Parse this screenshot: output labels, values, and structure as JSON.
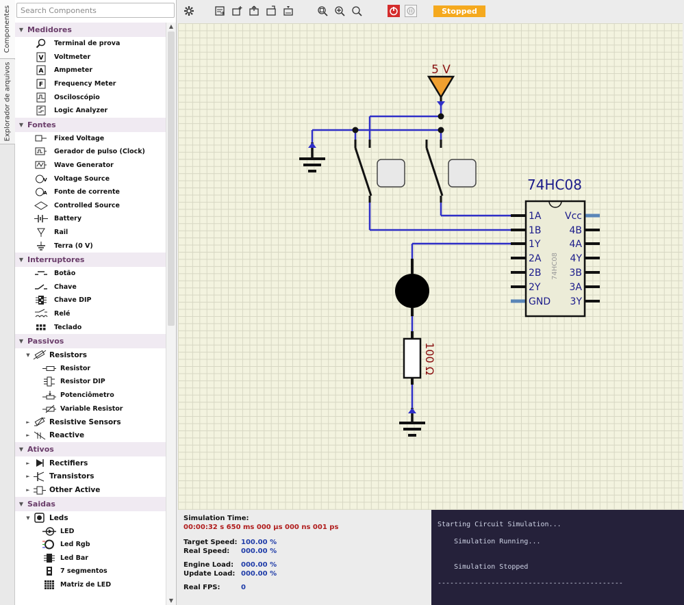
{
  "tabs": {
    "components": "Componentes",
    "files": "Explorador de arquivos"
  },
  "search": {
    "placeholder": "Search Components"
  },
  "tree": {
    "medidores": {
      "label": "Medidores",
      "items": [
        "Terminal de prova",
        "Voltmeter",
        "Ampmeter",
        "Frequency Meter",
        "Osciloscópio",
        "Logic Analyzer"
      ]
    },
    "fontes": {
      "label": "Fontes",
      "items": [
        "Fixed Voltage",
        "Gerador de pulso (Clock)",
        "Wave Generator",
        "Voltage Source",
        "Fonte de corrente",
        "Controlled Source",
        "Battery",
        "Rail",
        "Terra (0 V)"
      ]
    },
    "interruptores": {
      "label": "Interruptores",
      "items": [
        "Botão",
        "Chave",
        "Chave DIP",
        "Relé",
        "Teclado"
      ]
    },
    "passivos": {
      "label": "Passivos",
      "resistors": "Resistors",
      "resistor_items": [
        "Resistor",
        "Resistor DIP",
        "Potenciômetro",
        "Variable Resistor"
      ],
      "resistive_sensors": "Resistive Sensors",
      "reactive": "Reactive"
    },
    "ativos": {
      "label": "Ativos",
      "items": [
        "Rectifiers",
        "Transistors",
        "Other Active"
      ]
    },
    "saidas": {
      "label": "Saidas",
      "leds": "Leds",
      "led_items": [
        "LED",
        "Led Rgb",
        "Led Bar",
        "7 segmentos",
        "Matriz de LED"
      ]
    }
  },
  "toolbar": {
    "status": "Stopped",
    "status_color": "#f5a91e"
  },
  "circuit": {
    "supply_label": "5 V",
    "ic_name": "74HC08",
    "ic_body_text": "74HC08",
    "ic_left_pins": [
      "1A",
      "1B",
      "1Y",
      "2A",
      "2B",
      "2Y",
      "GND"
    ],
    "ic_right_pins": [
      "Vcc",
      "4B",
      "4A",
      "4Y",
      "3B",
      "3A",
      "3Y"
    ],
    "resistor_label": "100 Ω",
    "wire_color": "#2f2fc8"
  },
  "info": {
    "sim_time_label": "Simulation Time:",
    "sim_time_value": "00:00:32 s  650 ms  000 µs  000 ns  001 ps",
    "target_speed_label": "Target Speed:",
    "target_speed": "100.00 %",
    "real_speed_label": "Real Speed:",
    "real_speed": "000.00 %",
    "engine_load_label": "Engine Load:",
    "engine_load": "000.00 %",
    "update_load_label": "Update Load:",
    "update_load": "000.00 %",
    "real_fps_label": "Real FPS:",
    "real_fps": "0"
  },
  "console": {
    "line1": "Starting Circuit Simulation...",
    "line2": "    Simulation Running...",
    "line3": "    Simulation Stopped",
    "line4": "---------------------------------------------"
  }
}
